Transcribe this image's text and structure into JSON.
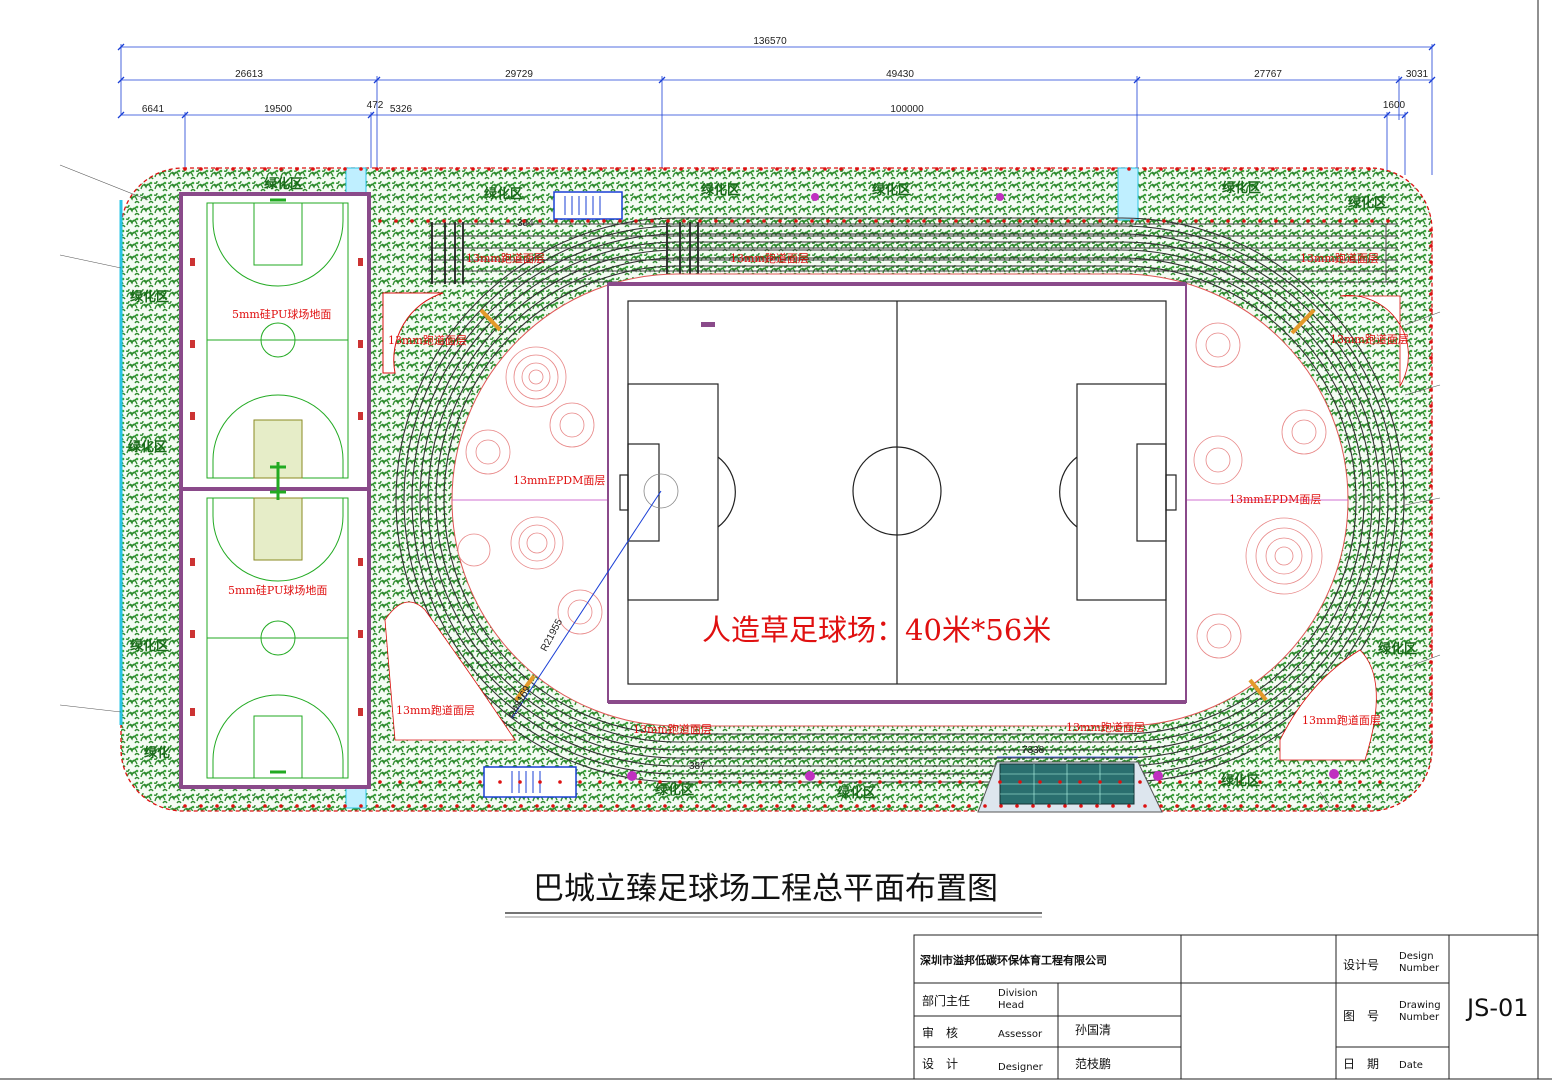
{
  "dimensions": {
    "total": "136570",
    "row2": [
      "26613",
      "29729",
      "49430",
      "27767",
      "3031"
    ],
    "row3": [
      "6641",
      "19500",
      "472",
      "5326",
      "100000",
      "1600"
    ],
    "lane_a": "7338",
    "lane_b": "384",
    "lane_c": "387",
    "radius_1": "R21955",
    "radius_2": "R48169"
  },
  "zones": {
    "green_area": "绿化区",
    "green_short": "绿化",
    "basketball_surface": "5mm硅PU球场地面",
    "track_surface": "13mm跑道面层",
    "epdm_surface": "13mmEPDM面层",
    "field_label": "人造草足球场：40米*56米"
  },
  "title": "巴城立臻足球场工程总平面布置图",
  "title_block": {
    "company": "深圳市溢邦低碳环保体育工程有限公司",
    "division_head_cn": "部门主任",
    "division_head_en": "Division Head",
    "assessor_cn": "审　核",
    "assessor_en": "Assessor",
    "assessor_name": "孙国清",
    "designer_cn": "设　计",
    "designer_en": "Designer",
    "designer_name": "范枝鹏",
    "design_number_cn": "设计号",
    "design_number_en": "Design Number",
    "drawing_number_cn": "图　号",
    "drawing_number_en": "Drawing Number",
    "date_cn": "日　期",
    "date_en": "Date",
    "drawing_no": "JS-01"
  },
  "colors": {
    "boundary_red": "#d11",
    "green_fill": "#2e8b2e",
    "court_green": "#22aa22",
    "track_dark": "#333333",
    "purple_fence": "#8a4a8a",
    "cyan_edge": "#29c4e6",
    "dim_blue": "#1a3fd6"
  }
}
